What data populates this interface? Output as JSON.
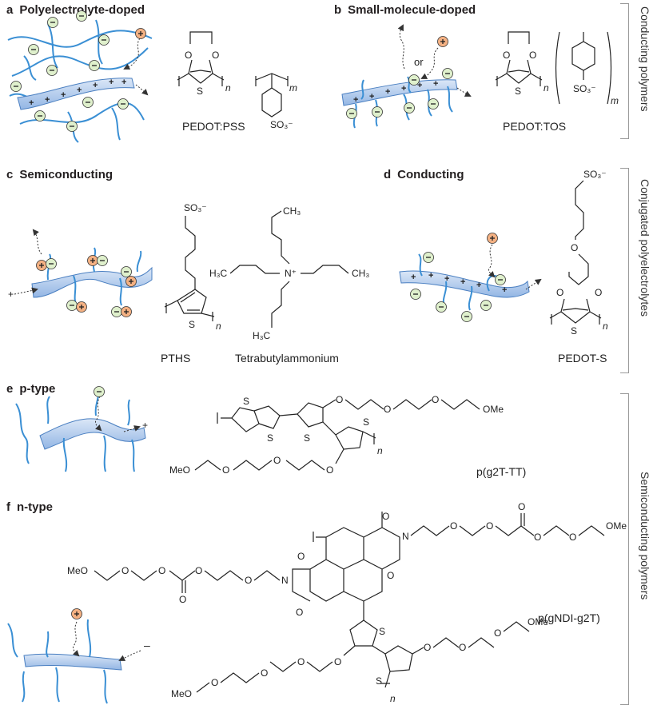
{
  "panels": {
    "a": {
      "letter": "a",
      "title": "Polyelectrolyte-doped",
      "molecule": "PEDOT:PSS"
    },
    "b": {
      "letter": "b",
      "title": "Small-molecule-doped",
      "molecule": "PEDOT:TOS",
      "annotation": "or"
    },
    "c": {
      "letter": "c",
      "title": "Semiconducting",
      "molecule": "PTHS",
      "molecule2": "Tetrabutylammonium"
    },
    "d": {
      "letter": "d",
      "title": "Conducting",
      "molecule": "PEDOT-S"
    },
    "e": {
      "letter": "e",
      "title": "p-type",
      "molecule": "p(g2T-TT)"
    },
    "f": {
      "letter": "f",
      "title": "n-type",
      "molecule": "p(gNDI-g2T)"
    }
  },
  "groups": {
    "conducting_polymers": "Conducting polymers",
    "conjugated_polyelectrolytes": "Conjugated polyelectrolytes",
    "semiconducting_polymers": "Semiconducting polymers"
  },
  "atoms": {
    "O": "O",
    "S": "S",
    "N": "N",
    "n": "n",
    "m": "m",
    "so3": "SO₃⁻",
    "ch3": "CH₃",
    "h3c": "H₃C",
    "h3c2": "H₃C",
    "n_plus": "N⁺",
    "ome": "OMe",
    "meo": "MeO"
  },
  "colors": {
    "chain_fill": "#bcd2ee",
    "chain_stroke": "#4a7fc1",
    "side_chain": "#3a8fd4",
    "anion_fill": "#dff0cc",
    "cation_fill": "#f4b183"
  }
}
